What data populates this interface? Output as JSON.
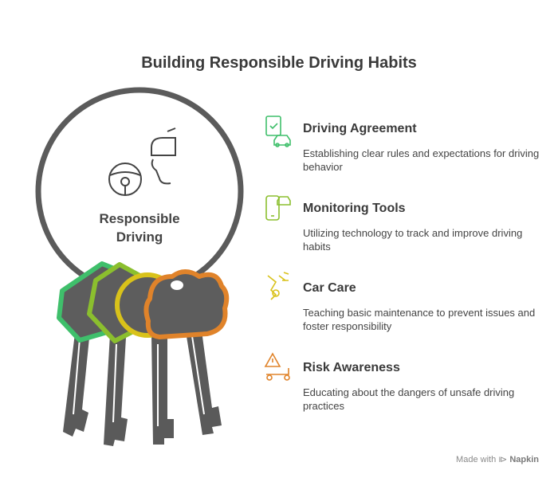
{
  "title": "Building Responsible Driving Habits",
  "center": {
    "line1": "Responsible",
    "line2": "Driving"
  },
  "items": [
    {
      "heading": "Driving Agreement",
      "description": "Establishing clear rules and expectations for driving behavior",
      "icon": "contract-car-icon",
      "color": "#3fbf6b"
    },
    {
      "heading": "Monitoring Tools",
      "description": "Utilizing technology to track and improve driving habits",
      "icon": "phone-car-icon",
      "color": "#8bbf2e"
    },
    {
      "heading": "Car Care",
      "description": "Teaching basic maintenance to prevent issues and foster responsibility",
      "icon": "spray-tool-icon",
      "color": "#d9c21a"
    },
    {
      "heading": "Risk Awareness",
      "description": "Educating about the dangers of unsafe driving practices",
      "icon": "warning-scooter-icon",
      "color": "#e0832a"
    }
  ],
  "footer": {
    "prefix": "Made with",
    "brand": "Napkin"
  }
}
